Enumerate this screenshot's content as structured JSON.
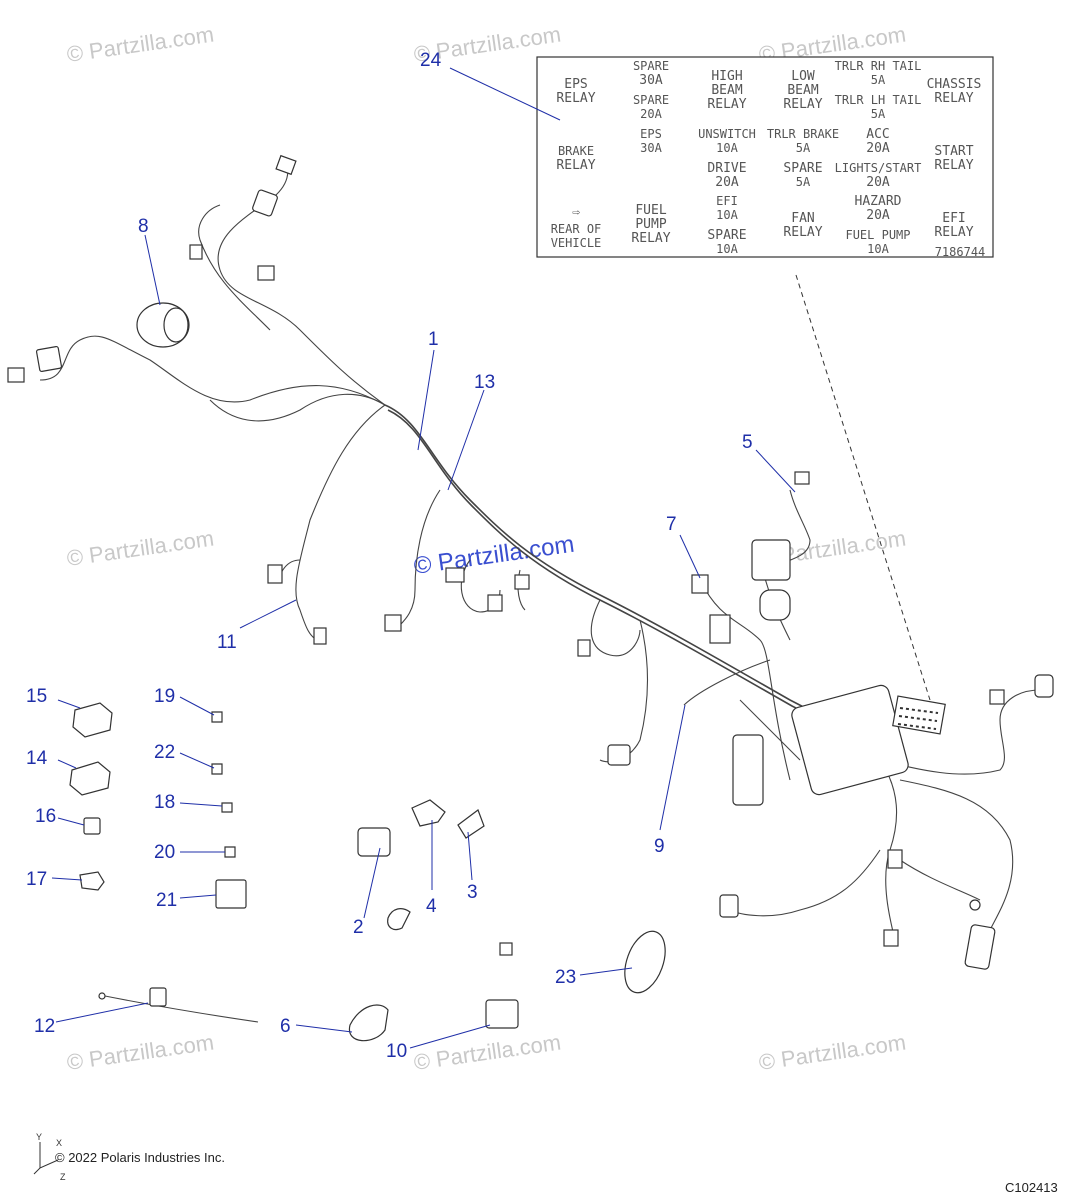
{
  "watermark": {
    "text": "© Partzilla.com",
    "center_text": "© Partzilla.com"
  },
  "footer": {
    "copyright": "© 2022 Polaris Industries Inc.",
    "code": "C102413",
    "axis_y": "Y",
    "axis_x": "X",
    "axis_z": "Z"
  },
  "fuse_label": {
    "eps_relay_1": "EPS",
    "eps_relay_2": "RELAY",
    "brake_relay_1": "BRAKE",
    "brake_relay_2": "RELAY",
    "arrow": "⇨",
    "rear_1": "REAR OF",
    "rear_2": "VEHICLE",
    "spare30_1": "SPARE",
    "spare30_2": "30A",
    "spare20_1": "SPARE",
    "spare20_2": "20A",
    "eps30_1": "EPS",
    "eps30_2": "30A",
    "fuelpump_relay_1": "FUEL",
    "fuelpump_relay_2": "PUMP",
    "fuelpump_relay_3": "RELAY",
    "high_1": "HIGH",
    "high_2": "BEAM",
    "high_3": "RELAY",
    "unswitch_1": "UNSWITCH",
    "unswitch_2": "10A",
    "drive_1": "DRIVE",
    "drive_2": "20A",
    "efi10_1": "EFI",
    "efi10_2": "10A",
    "spare10_1": "SPARE",
    "spare10_2": "10A",
    "low_1": "LOW",
    "low_2": "BEAM",
    "low_3": "RELAY",
    "trlrbrake_1": "TRLR BRAKE",
    "trlrbrake_2": "5A",
    "spare5_1": "SPARE",
    "spare5_2": "5A",
    "fan_1": "FAN",
    "fan_2": "RELAY",
    "rh_1": "TRLR RH TAIL",
    "rh_2": "5A",
    "lh_1": "TRLR LH TAIL",
    "lh_2": "5A",
    "acc_1": "ACC",
    "acc_2": "20A",
    "lights_1": "LIGHTS/START",
    "lights_2": "20A",
    "hazard_1": "HAZARD",
    "hazard_2": "20A",
    "fuelpump10_1": "FUEL PUMP",
    "fuelpump10_2": "10A",
    "chassis_1": "CHASSIS",
    "chassis_2": "RELAY",
    "start_1": "START",
    "start_2": "RELAY",
    "efirelay_1": "EFI",
    "efirelay_2": "RELAY",
    "partno": "7186744"
  },
  "callouts": {
    "c1": "1",
    "c2": "2",
    "c3": "3",
    "c4": "4",
    "c5": "5",
    "c6": "6",
    "c7": "7",
    "c8": "8",
    "c9": "9",
    "c10": "10",
    "c11": "11",
    "c12": "12",
    "c13": "13",
    "c14": "14",
    "c15": "15",
    "c16": "16",
    "c17": "17",
    "c18": "18",
    "c19": "19",
    "c20": "20",
    "c21": "21",
    "c22": "22",
    "c23": "23",
    "c24": "24"
  }
}
